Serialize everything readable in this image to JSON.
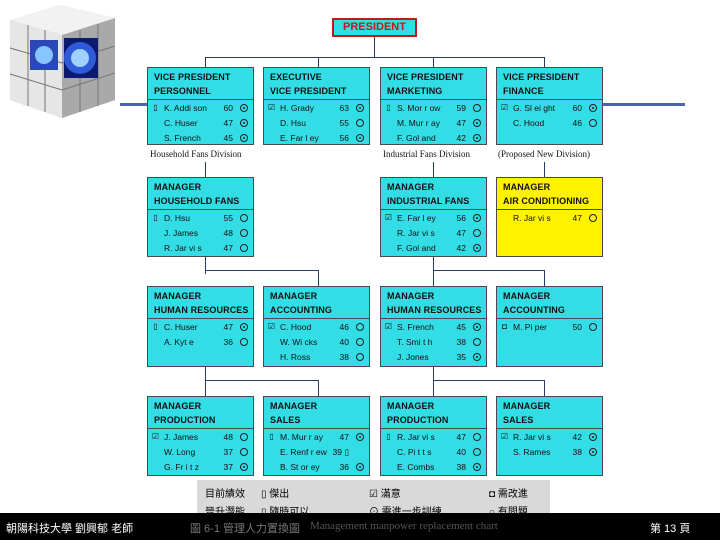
{
  "president": "PRESIDENT",
  "level1": [
    {
      "title1": "VICE PRESIDENT",
      "title2": "PERSONNEL",
      "rows": [
        {
          "mark": "▯",
          "name": "K. Addi son",
          "age": "60",
          "pot": "dot"
        },
        {
          "mark": "",
          "name": "C. Huser",
          "age": "47",
          "pot": "dot"
        },
        {
          "mark": "",
          "name": "S. French",
          "age": "45",
          "pot": "dot"
        }
      ]
    },
    {
      "title1": "EXECUTIVE",
      "title2": "VICE PRESIDENT",
      "rows": [
        {
          "mark": "☑",
          "name": "H. Grady",
          "age": "63",
          "pot": "dot"
        },
        {
          "mark": "",
          "name": "D. Hsu",
          "age": "55",
          "pot": "open"
        },
        {
          "mark": "",
          "name": "E. Far l ey",
          "age": "56",
          "pot": "dot"
        }
      ]
    },
    {
      "title1": "VICE PRESIDENT",
      "title2": "MARKETING",
      "rows": [
        {
          "mark": "▯",
          "name": "S. Mor r ow",
          "age": "59",
          "pot": "open"
        },
        {
          "mark": "",
          "name": "M. Mur r ay",
          "age": "47",
          "pot": "dot"
        },
        {
          "mark": "",
          "name": "F. Gol and",
          "age": "42",
          "pot": "dot"
        }
      ]
    },
    {
      "title1": "VICE PRESIDENT",
      "title2": "FINANCE",
      "rows": [
        {
          "mark": "☑",
          "name": "G. Sl ei ght",
          "age": "60",
          "pot": "dot"
        },
        {
          "mark": "",
          "name": "C. Hood",
          "age": "46",
          "pot": "open"
        }
      ]
    }
  ],
  "captions": [
    "Household Fans Division",
    "Industrial Fans Division",
    "(Proposed New Division)"
  ],
  "level2": [
    {
      "title1": "MANAGER",
      "title2": "HOUSEHOLD FANS",
      "rows": [
        {
          "mark": "▯",
          "name": "D. Hsu",
          "age": "55",
          "pot": "open"
        },
        {
          "mark": "",
          "name": "J. James",
          "age": "48",
          "pot": "open"
        },
        {
          "mark": "",
          "name": "R. Jar vi s",
          "age": "47",
          "pot": "open"
        }
      ]
    },
    {
      "title1": "MANAGER",
      "title2": "INDUSTRIAL FANS",
      "rows": [
        {
          "mark": "☑",
          "name": "E. Far l ey",
          "age": "56",
          "pot": "dot"
        },
        {
          "mark": "",
          "name": "R. Jar vi s",
          "age": "47",
          "pot": "open"
        },
        {
          "mark": "",
          "name": "F. Gol and",
          "age": "42",
          "pot": "dot"
        }
      ]
    },
    {
      "title1": "MANAGER",
      "title2": "AIR CONDITIONING",
      "rows": [
        {
          "mark": "",
          "name": "R. Jar vi s",
          "age": "47",
          "pot": "open"
        }
      ]
    }
  ],
  "level3": [
    {
      "title1": "MANAGER",
      "title2": "HUMAN RESOURCES",
      "rows": [
        {
          "mark": "▯",
          "name": "C. Huser",
          "age": "47",
          "pot": "dot"
        },
        {
          "mark": "",
          "name": "A. Kyt e",
          "age": "36",
          "pot": "open"
        }
      ]
    },
    {
      "title1": "MANAGER",
      "title2": "ACCOUNTING",
      "rows": [
        {
          "mark": "☑",
          "name": "C. Hood",
          "age": "46",
          "pot": "open"
        },
        {
          "mark": "",
          "name": "W. Wi cks",
          "age": "40",
          "pot": "open"
        },
        {
          "mark": "",
          "name": "H. Ross",
          "age": "38",
          "pot": "open"
        }
      ]
    },
    {
      "title1": "MANAGER",
      "title2": "HUMAN RESOURCES",
      "rows": [
        {
          "mark": "☑",
          "name": "S. French",
          "age": "45",
          "pot": "dot"
        },
        {
          "mark": "",
          "name": "T. Smi t h",
          "age": "38",
          "pot": "open"
        },
        {
          "mark": "",
          "name": "J. Jones",
          "age": "35",
          "pot": "dot"
        }
      ]
    },
    {
      "title1": "MANAGER",
      "title2": "ACCOUNTING",
      "rows": [
        {
          "mark": "◘",
          "name": "M. Pi per",
          "age": "50",
          "pot": "open"
        }
      ]
    }
  ],
  "level4": [
    {
      "title1": "MANAGER",
      "title2": "PRODUCTION",
      "rows": [
        {
          "mark": "☑",
          "name": "J. James",
          "age": "48",
          "pot": "open"
        },
        {
          "mark": "",
          "name": "W. Long",
          "age": "37",
          "pot": "open"
        },
        {
          "mark": "",
          "name": "G. Fr i t z",
          "age": "37",
          "pot": "dot"
        }
      ]
    },
    {
      "title1": "MANAGER",
      "title2": "SALES",
      "rows": [
        {
          "mark": "▯",
          "name": "M. Mur r ay",
          "age": "47",
          "pot": "dot"
        },
        {
          "mark": "",
          "name": "E. Renf r ew",
          "age": "39 ▯",
          "pot": "none"
        },
        {
          "mark": "",
          "name": "B. St or ey",
          "age": "36",
          "pot": "dot"
        }
      ]
    },
    {
      "title1": "MANAGER",
      "title2": "PRODUCTION",
      "rows": [
        {
          "mark": "▯",
          "name": "R. Jar vi s",
          "age": "47",
          "pot": "open"
        },
        {
          "mark": "",
          "name": "C. Pi t t s",
          "age": "40",
          "pot": "open"
        },
        {
          "mark": "",
          "name": "E. Combs",
          "age": "38",
          "pot": "dot"
        }
      ]
    },
    {
      "title1": "MANAGER",
      "title2": "SALES",
      "rows": [
        {
          "mark": "☑",
          "name": "R. Jar vi s",
          "age": "42",
          "pot": "dot"
        },
        {
          "mark": "",
          "name": "S. Rames",
          "age": "38",
          "pot": "dot"
        }
      ]
    }
  ],
  "legend": {
    "current_perf": "目前績效",
    "promotion": "晉升潛能",
    "outstanding": "▯ 傑出",
    "satisfactory": "☑ 滿意",
    "needs_improve": "◘ 需改進",
    "ready_now": "▯ 隨時可以",
    "needs_training": "⊙ 需進一步訓練",
    "questionable": "○ 有問題"
  },
  "footer": {
    "left": "朝陽科技大學 劉興郁 老師",
    "fig": "圖 6-1 管理人力置換圖",
    "english": "Management manpower replacement chart",
    "page": "第 13 頁"
  },
  "colors": {
    "box": "#33dde6",
    "highlight": "#fff200",
    "president_border": "#c0181c",
    "accent_line": "#4a64b0"
  }
}
